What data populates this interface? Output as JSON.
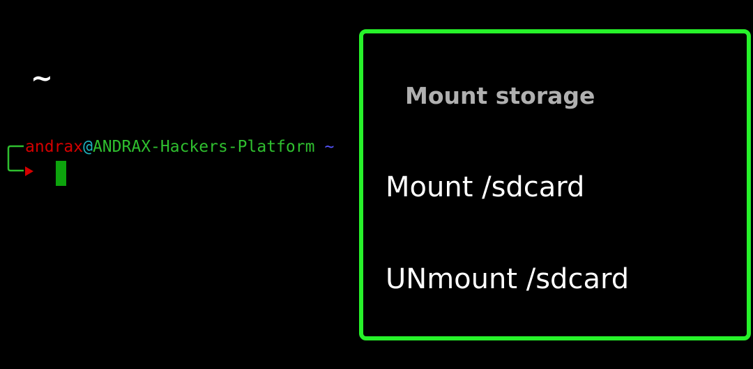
{
  "terminal": {
    "cwd": "~",
    "prompt": {
      "user": "andrax",
      "at": "@",
      "host": "ANDRAX-Hackers-Platform",
      "path": "~"
    }
  },
  "dialog": {
    "title": "Mount storage",
    "items": [
      {
        "label": "Mount /sdcard"
      },
      {
        "label": "UNmount /sdcard"
      }
    ]
  },
  "colors": {
    "dialog_border": "#27f22a",
    "user": "#d40000",
    "host": "#2fbf2f",
    "at": "#1fb4c0",
    "cursor": "#0da30d"
  }
}
